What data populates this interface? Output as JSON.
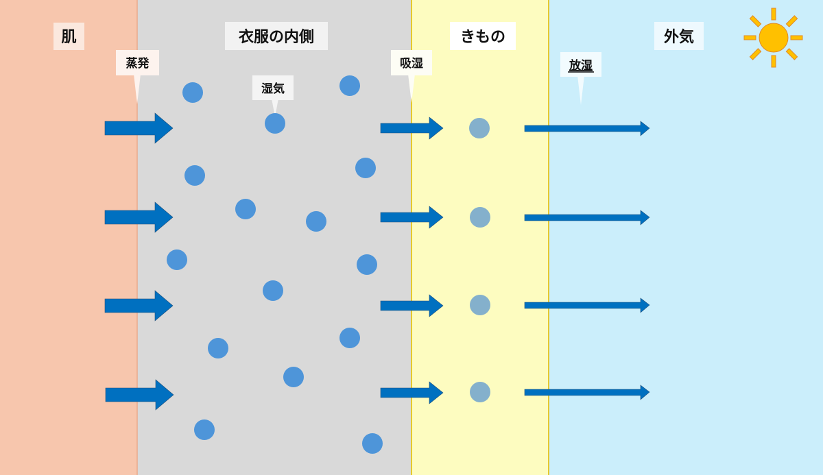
{
  "zones": {
    "skin": "肌",
    "inner_clothes": "衣服の内側",
    "kimono": "きもの",
    "outside_air": "外気"
  },
  "callouts": {
    "evaporation": "蒸発",
    "humidity": "湿気",
    "absorption": "吸湿",
    "release": "放湿"
  },
  "colors": {
    "skin": "#f7c6ad",
    "inner": "#d9d9d9",
    "kimono": "#fdfcc0",
    "outside": "#cbeefb",
    "arrow": "#0070c0",
    "moisture": "#4e95d9",
    "moisture_absorbed": "#84b0cc",
    "sun": "#ffc000"
  }
}
